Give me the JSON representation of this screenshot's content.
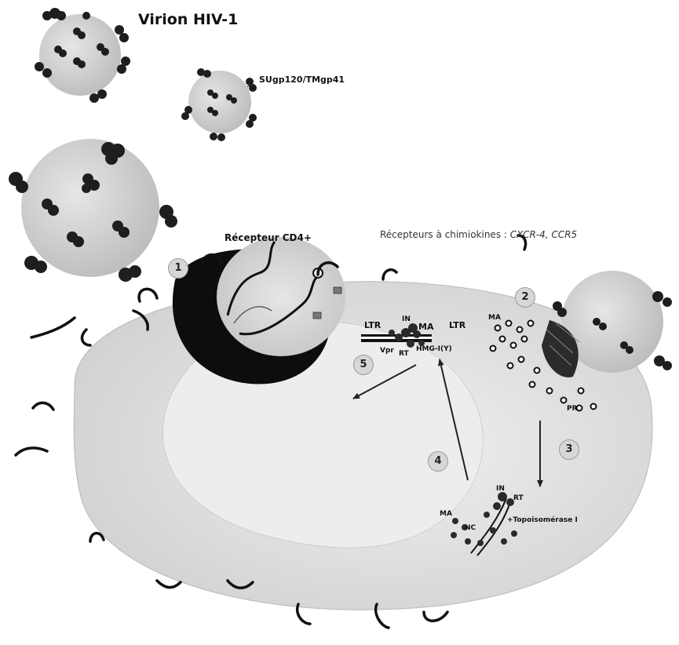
{
  "title": "Virion HIV-1",
  "labels": {
    "envelope": "SUgp120/TMgp41",
    "cd4_receptor": "Récepteur CD4+",
    "chemokine_prefix": "Récepteurs à chimiokines : ",
    "chemokine_list": "CXCR-4, CCR5",
    "ma_top": "MA",
    "pr": "PR",
    "ltr_left": "LTR",
    "in_top": "IN",
    "ma_mid": "MA",
    "ltr_right": "LTR",
    "vpr": "Vpr",
    "rt_mid": "RT",
    "hmg": "HMG-I(Y)",
    "in_bottom": "IN",
    "rt_bottom": "RT",
    "ma_bottom": "MA",
    "nc": "NC",
    "topo": "+Topoisomérase I"
  },
  "steps": [
    "1",
    "2",
    "3",
    "4",
    "5"
  ],
  "colors": {
    "cell": "#e6e6e6",
    "virion": "#d4d4d4",
    "nucleus_shadow": "#0d0d0d",
    "nucleus_inner": "#dcdcdc",
    "protein": "#2a2a2a"
  }
}
